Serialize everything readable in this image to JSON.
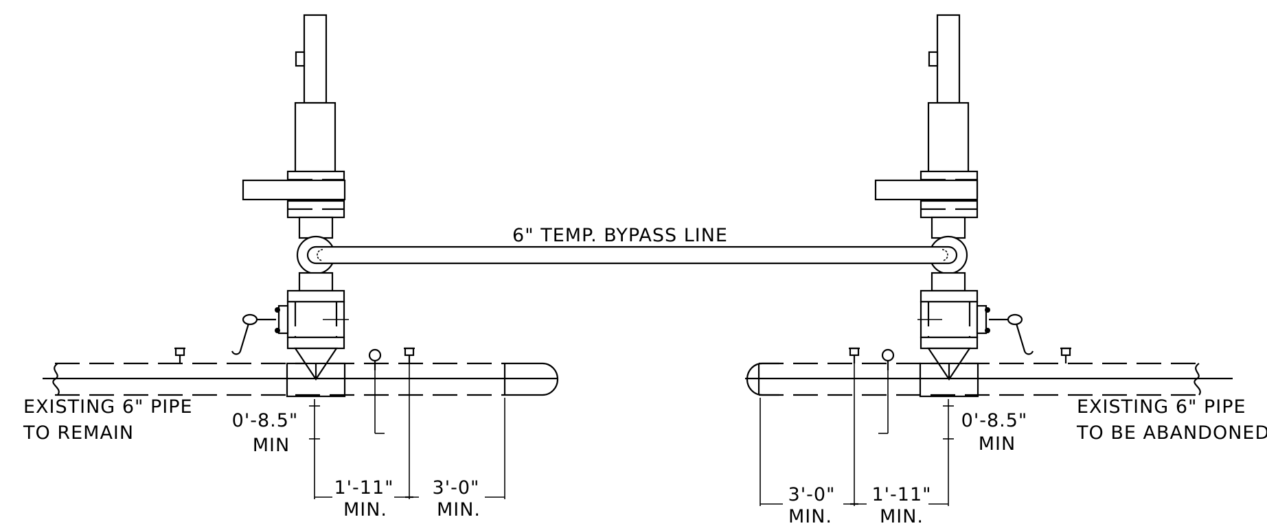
{
  "labels": {
    "bypass_line": "6\" TEMP. BYPASS LINE",
    "left_pipe_line1": "EXISTING 6\" PIPE",
    "left_pipe_line2": "TO REMAIN",
    "right_pipe_line1": "EXISTING 6\" PIPE",
    "right_pipe_line2": "TO BE ABANDONED"
  },
  "dimensions": {
    "left_offset": "0'-8.5\"",
    "left_offset_min": "MIN",
    "left_dim_a": "1'-11\"",
    "left_dim_a_min": "MIN.",
    "left_dim_b": "3'-0\"",
    "left_dim_b_min": "MIN.",
    "right_offset": "0'-8.5\"",
    "right_offset_min": "MIN",
    "right_dim_a": "1'-11\"",
    "right_dim_a_min": "MIN.",
    "right_dim_b": "3'-0\"",
    "right_dim_b_min": "MIN."
  }
}
